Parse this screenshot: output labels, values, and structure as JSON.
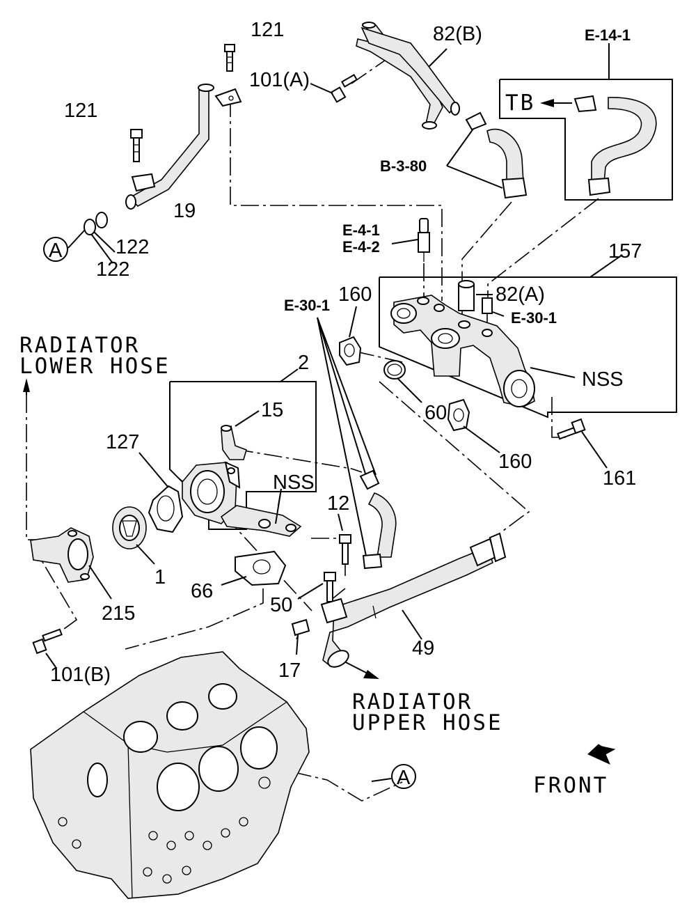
{
  "callouts": {
    "c121a": "121",
    "c121b": "121",
    "c101a": "101(A)",
    "c82b": "82(B)",
    "ce141": "E-14-1",
    "ctb": "TB",
    "cb380": "B-3-80",
    "c19": "19",
    "c122a": "122",
    "c122b": "122",
    "cA1": "A",
    "ce41": "E-4-1",
    "ce42": "E-4-2",
    "c157": "157",
    "c82a": "82(A)",
    "ce301a": "E-30-1",
    "ce301b": "E-30-1",
    "c160a": "160",
    "c160b": "160",
    "cnss1": "NSS",
    "cnss2": "NSS",
    "c60": "60",
    "c161": "161",
    "c2": "2",
    "c15": "15",
    "c127": "127",
    "c12": "12",
    "c1": "1",
    "c215": "215",
    "c66": "66",
    "c50": "50",
    "c49": "49",
    "c17": "17",
    "c101b": "101(B)",
    "cA2": "A"
  },
  "notes": {
    "rad_lower_1": "RADIATOR",
    "rad_lower_2": "LOWER HOSE",
    "rad_upper_1": "RADIATOR",
    "rad_upper_2": "UPPER HOSE",
    "front": "FRONT"
  }
}
